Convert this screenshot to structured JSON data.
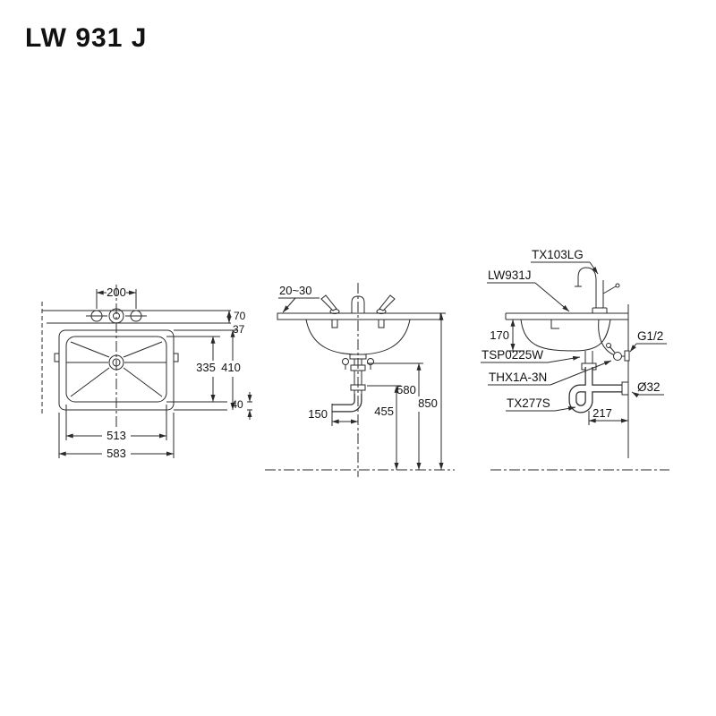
{
  "title": "LW 931 J",
  "plan_view": {
    "s200": "200",
    "s70": "70",
    "s37": "37",
    "s335": "335",
    "s410": "410",
    "s40": "40",
    "s513": "513",
    "s583": "583"
  },
  "front_view": {
    "thickness": "20~30",
    "s850": "850",
    "s580": "580",
    "s455": "455",
    "s150": "150"
  },
  "side_view": {
    "tx103lg": "TX103LG",
    "lw931j": "LW931J",
    "g12": "G1/2",
    "tsp0225w": "TSP0225W",
    "thx1a3n": "THX1A-3N",
    "o32": "Ø32",
    "tx277s": "TX277S",
    "s170": "170",
    "s217": "217"
  },
  "colors": {
    "line": "#2a2a2a",
    "background": "#ffffff"
  }
}
